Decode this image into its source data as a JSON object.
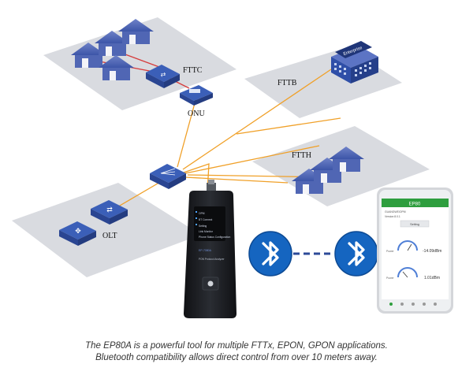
{
  "labels": {
    "fttc": "FTTC",
    "fttb": "FTTB",
    "ftth": "FTTH",
    "onu": "ONU",
    "olt": "OLT"
  },
  "building_sign": "Enterprise",
  "device": {
    "top_title": "EP80A",
    "menu": [
      "OPM",
      "BT Connect",
      "Setting",
      "Link Monitor",
      "Phone Status Configuration"
    ],
    "brand": "EP-7080A",
    "subtitle": "PON Protocol Analyzer"
  },
  "phone": {
    "title": "EP80",
    "lines": [
      "GUANGWEIOPM",
      "Version:8.0.1"
    ],
    "button": "Setting",
    "readings": [
      {
        "label": "Power",
        "value": "-14.09dBm"
      },
      {
        "label": "Power",
        "value": "1.01dBm"
      }
    ]
  },
  "caption": {
    "line1": "The EP80A is a powerful tool for multiple FTTx, EPON, GPON applications.",
    "line2": "Bluetooth compatibility allows direct control from over 10 meters away."
  },
  "colors": {
    "fiber": "#f0a028",
    "network_blue": "#2f4fa8",
    "icon_blue": "#3b5fb8",
    "bluetooth": "#1565c0",
    "platform": "#d7d9dd",
    "device_body": "#1d1f24",
    "phone_green": "#2e9e3e"
  }
}
